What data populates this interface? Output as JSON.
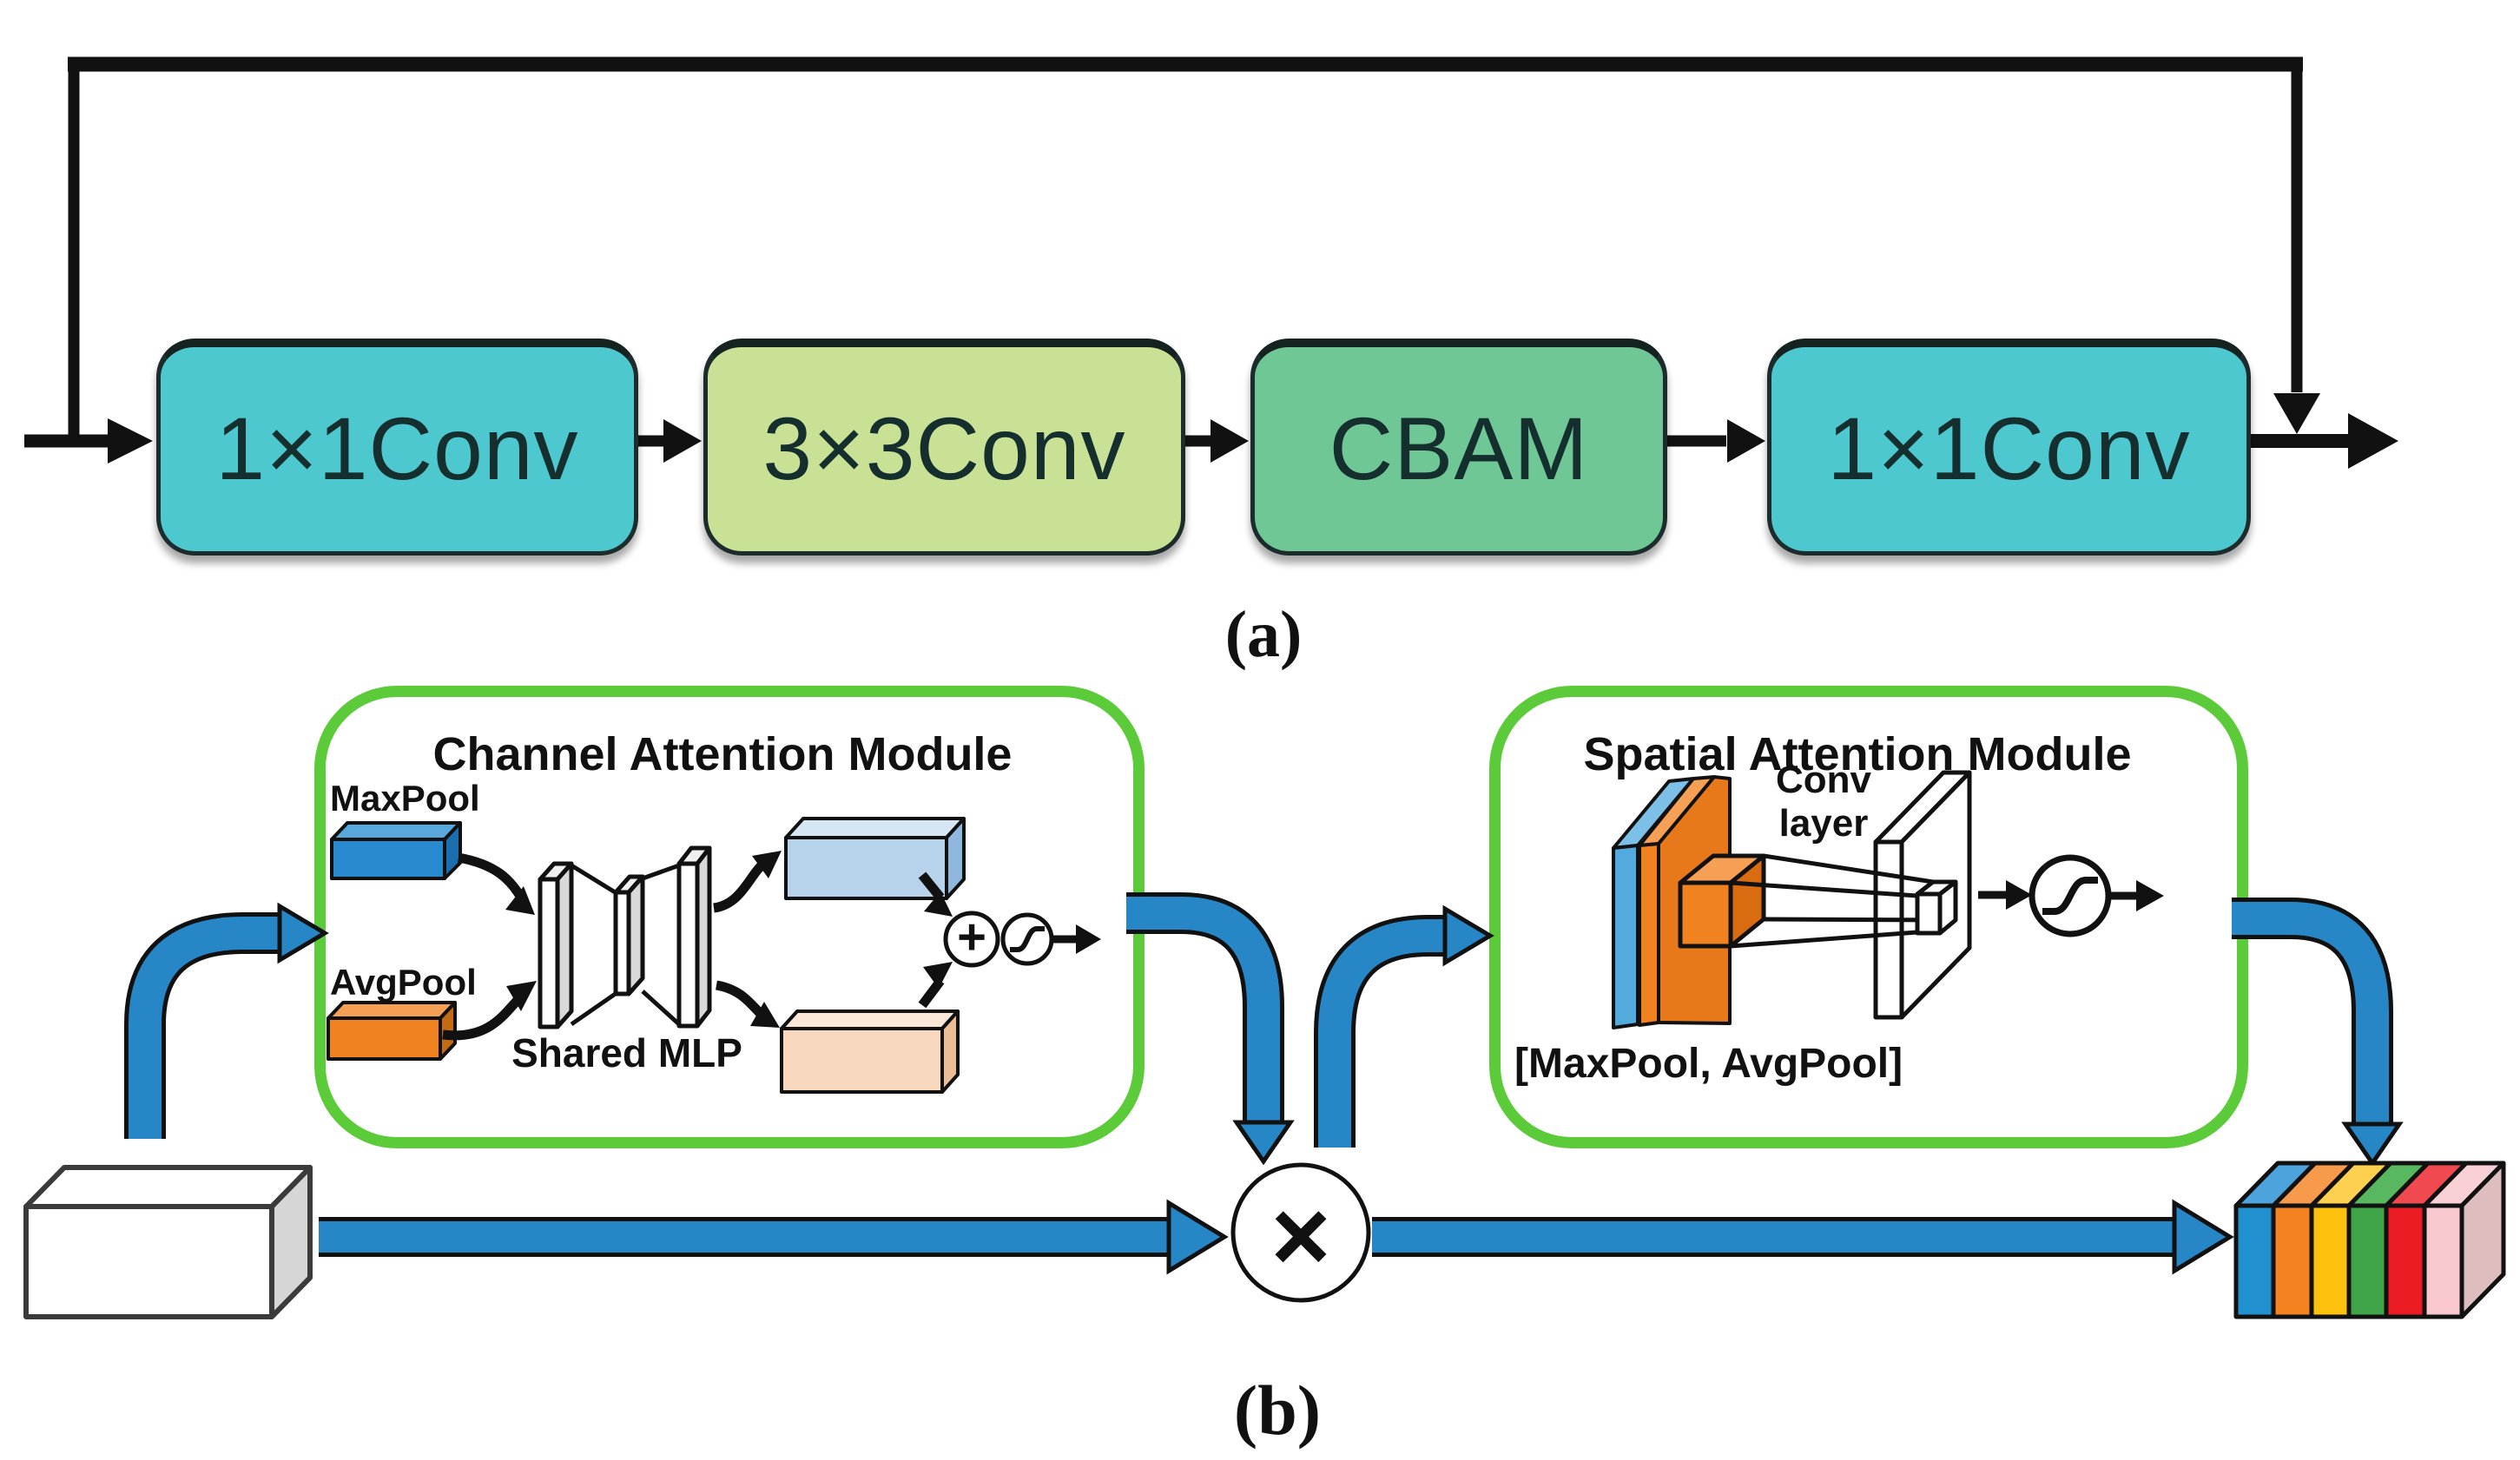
{
  "figure": {
    "panel_a": {
      "caption": "(a)",
      "blocks": [
        {
          "label": "1×1Conv",
          "fill": "#4cc8ce"
        },
        {
          "label": "3×3Conv",
          "fill": "#c8e195"
        },
        {
          "label": "CBAM",
          "fill": "#6fc795"
        },
        {
          "label": "1×1Conv",
          "fill": "#4cc8ce"
        }
      ]
    },
    "panel_b": {
      "caption": "(b)",
      "channel_module": {
        "title": "Channel Attention Module",
        "maxpool_label": "MaxPool",
        "avgpool_label": "AvgPool",
        "shared_mlp_label": "Shared MLP",
        "add_symbol": "+"
      },
      "spatial_module": {
        "title": "Spatial Attention Module",
        "conv_layer_label_line1": "Conv",
        "conv_layer_label_line2": "layer",
        "pool_concat_label": "[MaxPool, AvgPool]"
      },
      "multiply_symbol": "×"
    },
    "colors": {
      "module_border_green": "#5ccb3a",
      "flow_arrow_black": "#111111",
      "arrow_blue": "#2786c5",
      "teal_block": "#4cc8ce",
      "light_green_block": "#c8e195",
      "cbam_green": "#6fc795",
      "maxpool_blue": "#2a8ad0",
      "avgpool_orange": "#f0831f",
      "mlp_slab_white": "#ffffff",
      "channel_out_max": "#b7d3ec",
      "channel_out_avg": "#f8d8bf",
      "feature_stack": [
        "#2191d0",
        "#f58220",
        "#fec10d",
        "#3fa548",
        "#ec1c24",
        "#f9c8cf"
      ]
    }
  }
}
